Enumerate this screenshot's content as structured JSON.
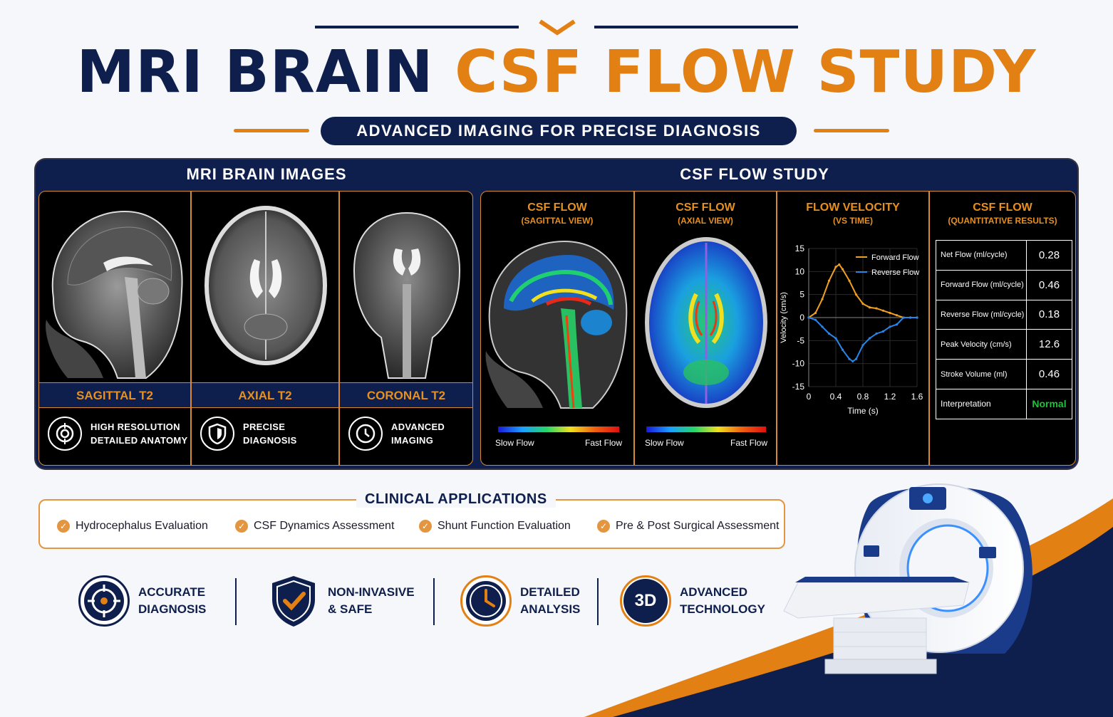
{
  "header": {
    "title_part1": "MRI BRAIN",
    "title_part2": "CSF FLOW STUDY",
    "subtitle": "ADVANCED IMAGING FOR PRECISE DIAGNOSIS"
  },
  "colors": {
    "navy": "#0e1f4d",
    "orange": "#e28014",
    "normal_green": "#22c03a"
  },
  "mri_images": {
    "heading": "MRI BRAIN IMAGES",
    "views": [
      {
        "label": "SAGITTAL T2",
        "feature_line1": "HIGH RESOLUTION",
        "feature_line2": "DETAILED ANATOMY",
        "icon": "target-icon"
      },
      {
        "label": "AXIAL T2",
        "feature_line1": "PRECISE",
        "feature_line2": "DIAGNOSIS",
        "icon": "shield-icon"
      },
      {
        "label": "CORONAL T2",
        "feature_line1": "ADVANCED",
        "feature_line2": "IMAGING",
        "icon": "clock-icon"
      }
    ]
  },
  "csf_flow": {
    "heading": "CSF FLOW STUDY",
    "sagittal": {
      "title": "CSF FLOW",
      "subtitle": "(SAGITTAL VIEW)",
      "slow": "Slow Flow",
      "fast": "Fast Flow"
    },
    "axial": {
      "title": "CSF FLOW",
      "subtitle": "(AXIAL VIEW)",
      "slow": "Slow Flow",
      "fast": "Fast Flow"
    },
    "velocity": {
      "title": "FLOW VELOCITY",
      "subtitle": "(VS TIME)"
    },
    "quantitative": {
      "title": "CSF FLOW",
      "subtitle": "(QUANTITATIVE RESULTS)",
      "rows": [
        {
          "label": "Net Flow (ml/cycle)",
          "value": "0.28"
        },
        {
          "label": "Forward Flow (ml/cycle)",
          "value": "0.46"
        },
        {
          "label": "Reverse Flow (ml/cycle)",
          "value": "0.18"
        },
        {
          "label": "Peak Velocity (cm/s)",
          "value": "12.6"
        },
        {
          "label": "Stroke Volume (ml)",
          "value": "0.46"
        },
        {
          "label": "Interpretation",
          "value": "Normal"
        }
      ]
    }
  },
  "chart_data": {
    "type": "line",
    "xlabel": "Time (s)",
    "ylabel": "Velocity (cm/s)",
    "xlim": [
      0,
      1.6
    ],
    "ylim": [
      -15,
      15
    ],
    "xticks": [
      "0",
      "0.4",
      "0.8",
      "1.2",
      "1.6"
    ],
    "yticks": [
      "15",
      "10",
      "5",
      "0",
      "-5",
      "-10",
      "-15"
    ],
    "legend": "top-right",
    "series": [
      {
        "name": "Forward Flow",
        "color": "#f0a020",
        "x": [
          0,
          0.1,
          0.2,
          0.3,
          0.4,
          0.45,
          0.5,
          0.6,
          0.7,
          0.8,
          0.9,
          1.0,
          1.1,
          1.2,
          1.3,
          1.4,
          1.5,
          1.6
        ],
        "y": [
          0,
          1,
          4,
          8,
          11,
          11.5,
          10.5,
          8,
          5,
          3,
          2.2,
          2,
          1.5,
          1,
          0.5,
          0,
          0,
          0
        ]
      },
      {
        "name": "Reverse Flow",
        "color": "#2a86e6",
        "x": [
          0,
          0.1,
          0.2,
          0.3,
          0.4,
          0.5,
          0.6,
          0.65,
          0.7,
          0.8,
          0.9,
          1.0,
          1.1,
          1.2,
          1.3,
          1.4,
          1.5,
          1.6
        ],
        "y": [
          0,
          -0.5,
          -2,
          -3.5,
          -4.5,
          -7,
          -9,
          -9.5,
          -9,
          -6,
          -4.5,
          -3.5,
          -3,
          -2,
          -1.5,
          0,
          0,
          0
        ]
      }
    ]
  },
  "clinical_applications": {
    "heading": "CLINICAL APPLICATIONS",
    "items": [
      "Hydrocephalus Evaluation",
      "CSF Dynamics Assessment",
      "Shunt Function Evaluation",
      "Pre & Post Surgical Assessment"
    ]
  },
  "benefits": [
    {
      "line1": "ACCURATE",
      "line2": "DIAGNOSIS",
      "icon": "crosshair-icon"
    },
    {
      "line1": "NON-INVASIVE",
      "line2": "& SAFE",
      "icon": "shield-check-icon"
    },
    {
      "line1": "DETAILED",
      "line2": "ANALYSIS",
      "icon": "clock-icon"
    },
    {
      "line1": "ADVANCED",
      "line2": "TECHNOLOGY",
      "icon": "3d-icon",
      "badge": "3D"
    }
  ]
}
